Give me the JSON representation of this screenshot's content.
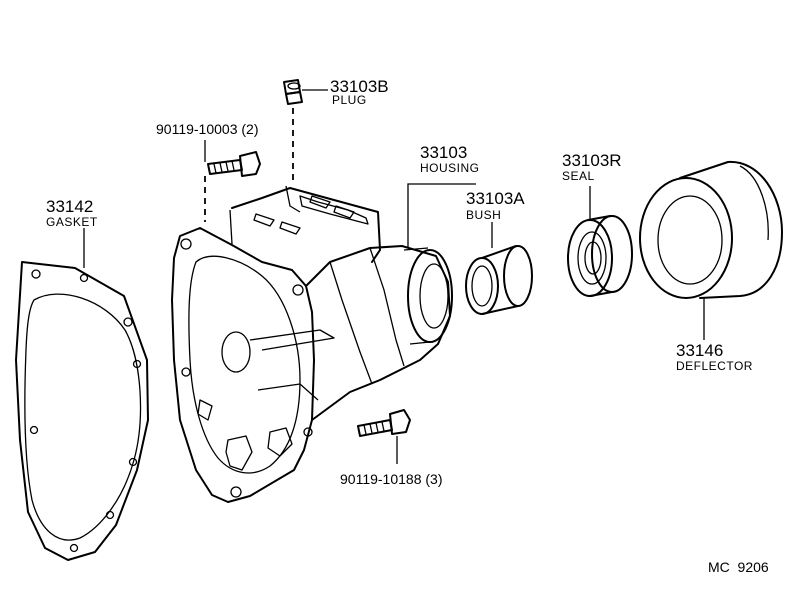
{
  "parts": {
    "plug": {
      "number": "33103B",
      "name": "PLUG"
    },
    "bolt_upper": {
      "number": "90119-10003 (2)"
    },
    "housing": {
      "number": "33103",
      "name": "HOUSING"
    },
    "bush": {
      "number": "33103A",
      "name": "BUSH"
    },
    "seal": {
      "number": "33103R",
      "name": "SEAL"
    },
    "gasket": {
      "number": "33142",
      "name": "GASKET"
    },
    "deflector": {
      "number": "33146",
      "name": "DEFLECTOR"
    },
    "bolt_lower": {
      "number": "90119-10188 (3)"
    }
  },
  "footer": {
    "code": "MC  9206"
  }
}
